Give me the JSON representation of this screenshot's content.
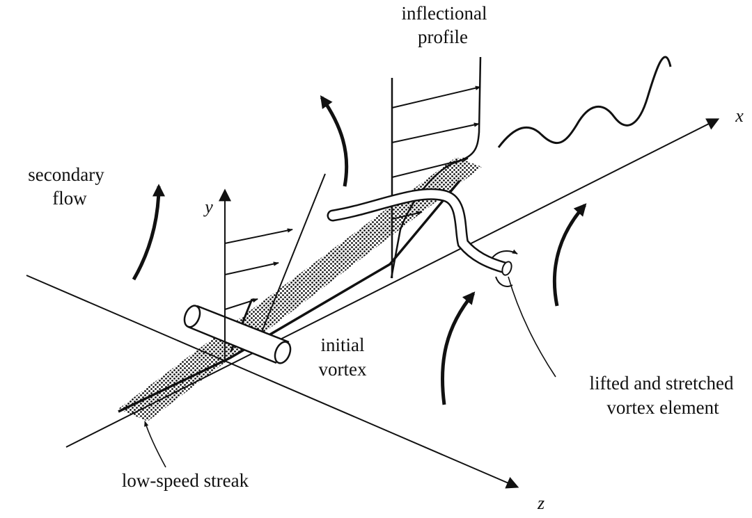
{
  "labels": {
    "inflectional_line1": "inflectional",
    "inflectional_line2": "profile",
    "secondary_line1": "secondary",
    "secondary_line2": "flow",
    "initial_line1": "initial",
    "initial_line2": "vortex",
    "lifted_line1": "lifted and stretched",
    "lifted_line2": "vortex element",
    "low_speed_streak": "low-speed streak"
  },
  "axes": {
    "x": "x",
    "y": "y",
    "z": "z"
  }
}
